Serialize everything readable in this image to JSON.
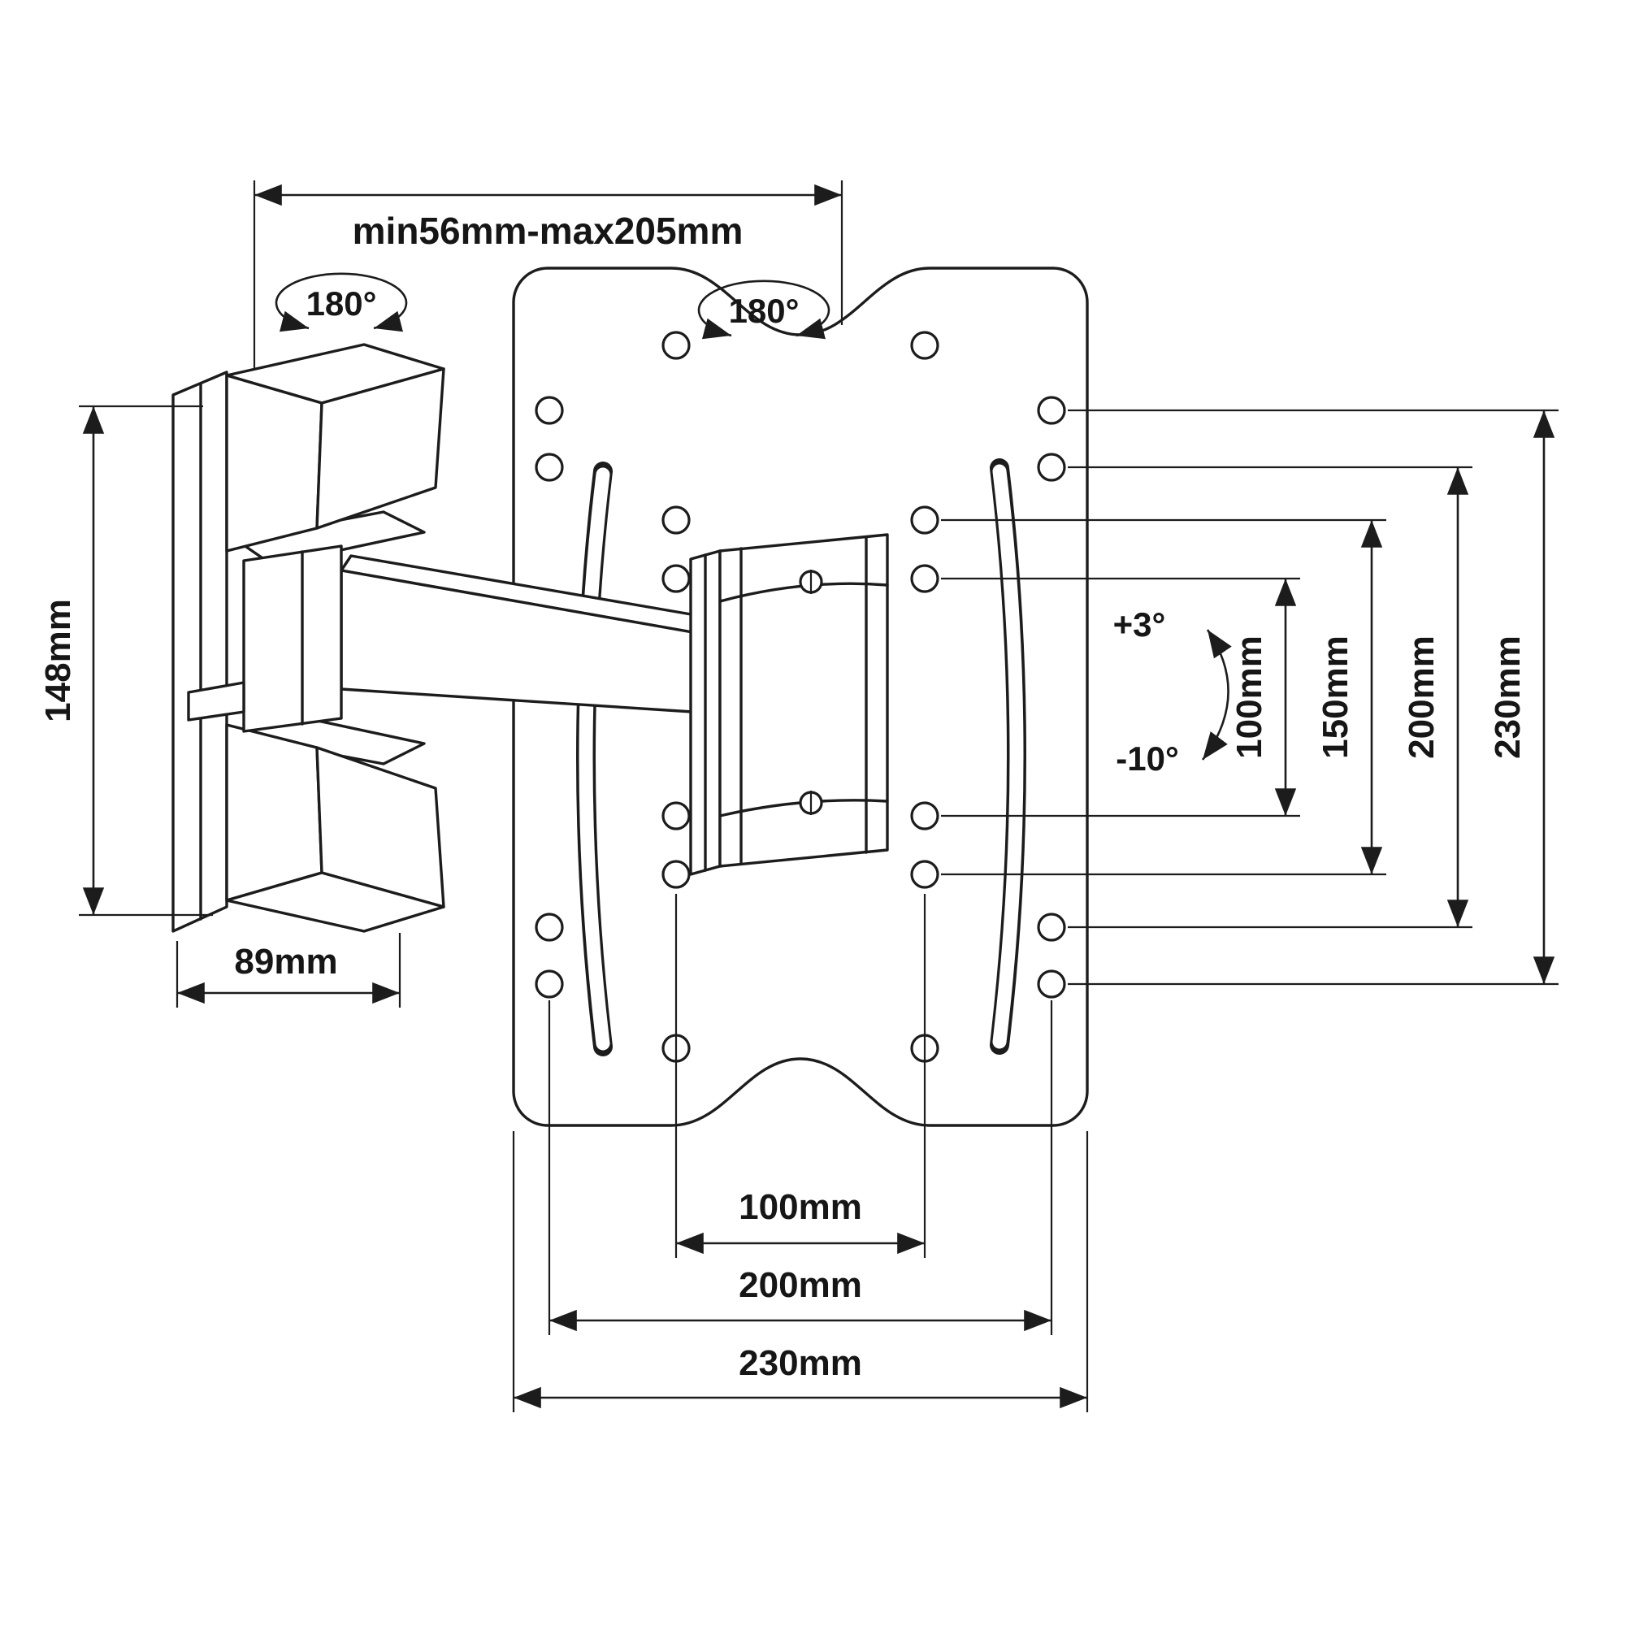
{
  "diagram": {
    "subject": "Full-motion TV wall-mount bracket dimensional drawing",
    "background": "#ffffff",
    "line_color": "#1c1c1c",
    "labels": {
      "extension_range": "min56mm-max205mm",
      "swivel_arm": "180°",
      "swivel_plate": "180°",
      "wall_plate_height": "148mm",
      "wall_plate_depth": "89mm",
      "tilt_up": "+3°",
      "tilt_down": "-10°"
    },
    "vesa_vertical": [
      "100mm",
      "150mm",
      "200mm",
      "230mm"
    ],
    "vesa_horizontal": [
      "100mm",
      "200mm",
      "230mm"
    ]
  }
}
